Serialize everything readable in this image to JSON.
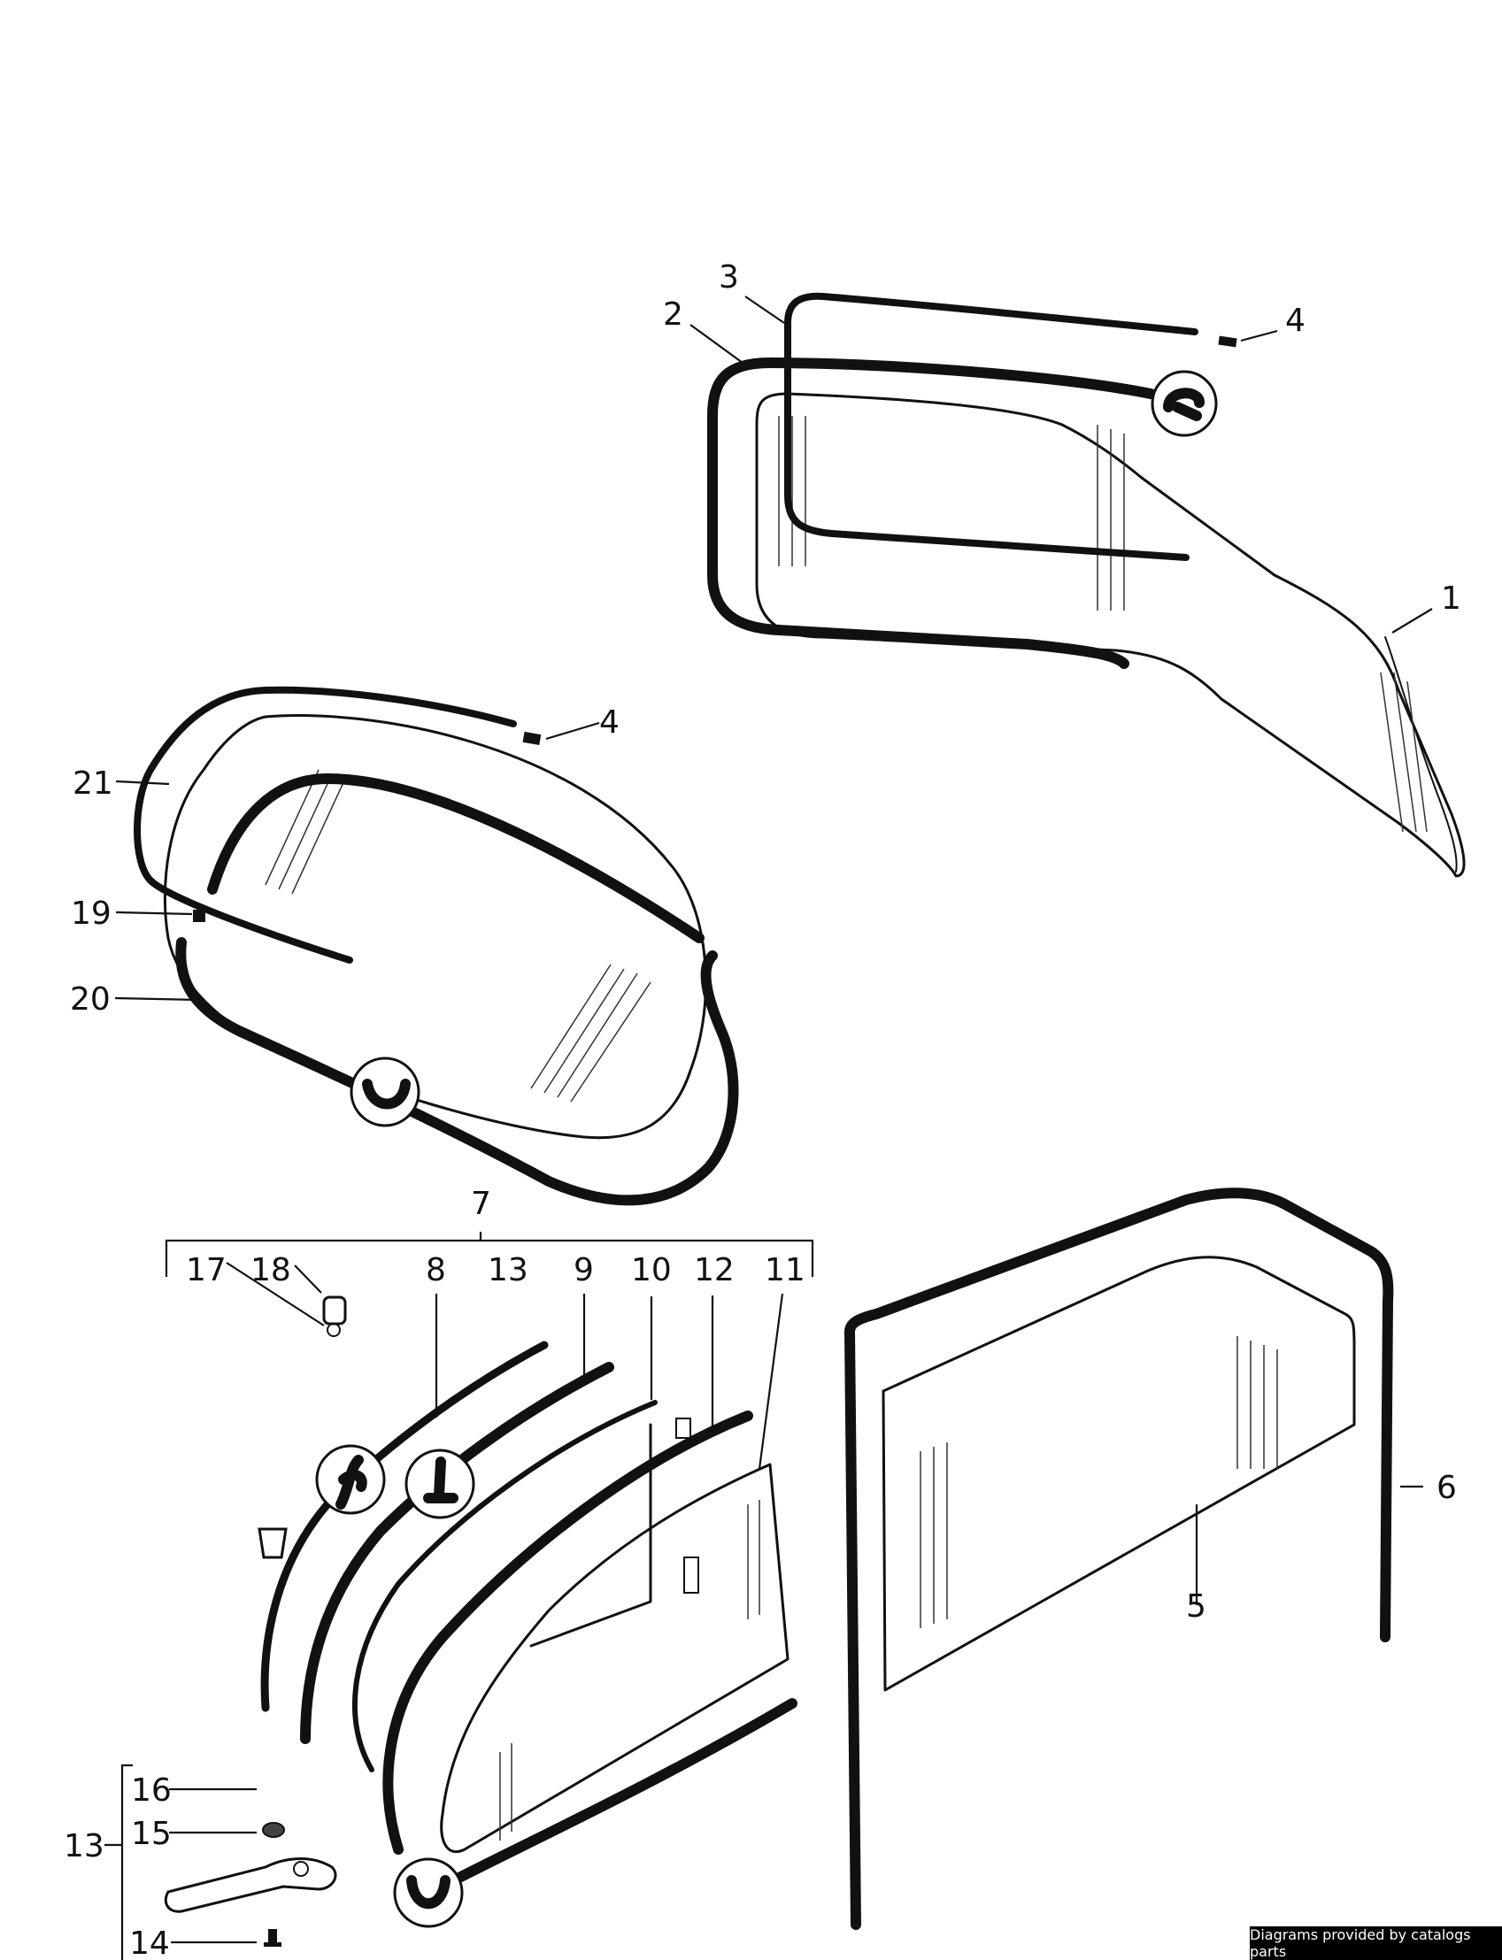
{
  "callouts": {
    "c1": "1",
    "c2": "2",
    "c3": "3",
    "c4a": "4",
    "c4b": "4",
    "c5": "5",
    "c6": "6",
    "c7": "7",
    "c8": "8",
    "c9": "9",
    "c10": "10",
    "c11": "11",
    "c12": "12",
    "c13a": "13",
    "c13b": "13",
    "c14": "14",
    "c15": "15",
    "c16": "16",
    "c17": "17",
    "c18": "18",
    "c19": "19",
    "c20": "20",
    "c21": "21"
  },
  "credit": "Diagrams provided by catalogs parts"
}
